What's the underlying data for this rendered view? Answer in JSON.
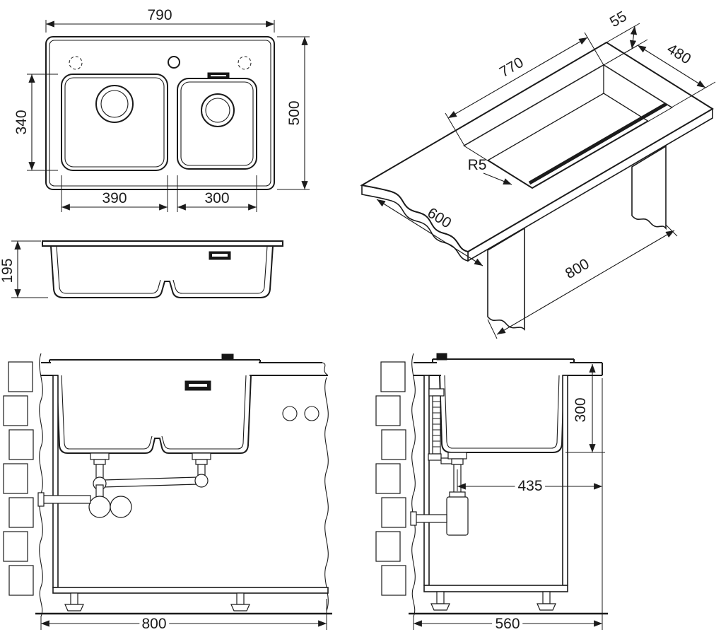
{
  "colors": {
    "line": "#1b1b1b",
    "background": "#ffffff"
  },
  "dimensions": {
    "top_view": {
      "overall_width": "790",
      "overall_depth": "500",
      "bowl_front_to_back": "340",
      "left_bowl_width": "390",
      "right_bowl_width": "300"
    },
    "front_view": {
      "bowl_depth": "195"
    },
    "iso_view": {
      "edge_clearance": "55",
      "cutout_depth": "480",
      "cutout_width": "770",
      "worktop_depth": "600",
      "corner_radius": "R5",
      "min_cabinet_width": "800"
    },
    "section_front": {
      "cabinet_width": "800"
    },
    "section_side": {
      "depth_below_worktop": "300",
      "trap_offset": "435",
      "worktop_depth": "560"
    }
  }
}
